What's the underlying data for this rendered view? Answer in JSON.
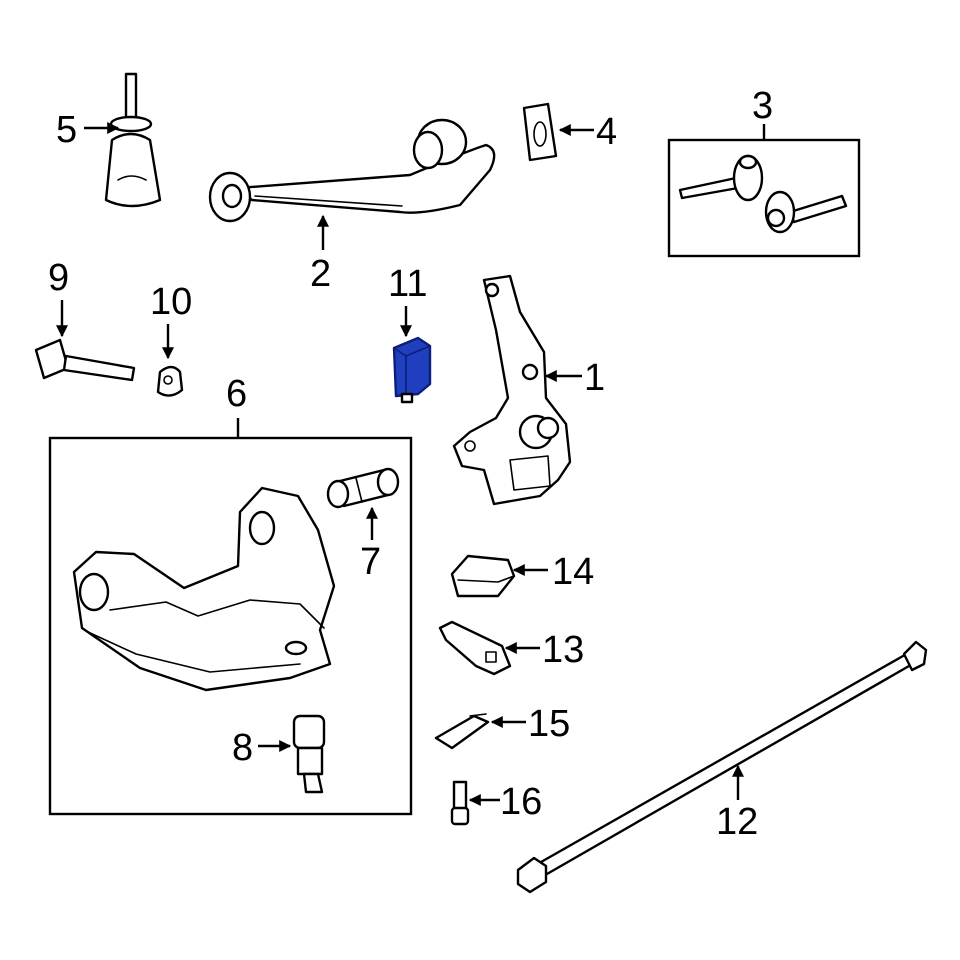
{
  "diagram": {
    "highlighted_part": "11",
    "highlight_color": "#1f3fbf",
    "callouts": [
      "1",
      "2",
      "3",
      "4",
      "5",
      "6",
      "7",
      "8",
      "9",
      "10",
      "11",
      "12",
      "13",
      "14",
      "15",
      "16"
    ]
  }
}
